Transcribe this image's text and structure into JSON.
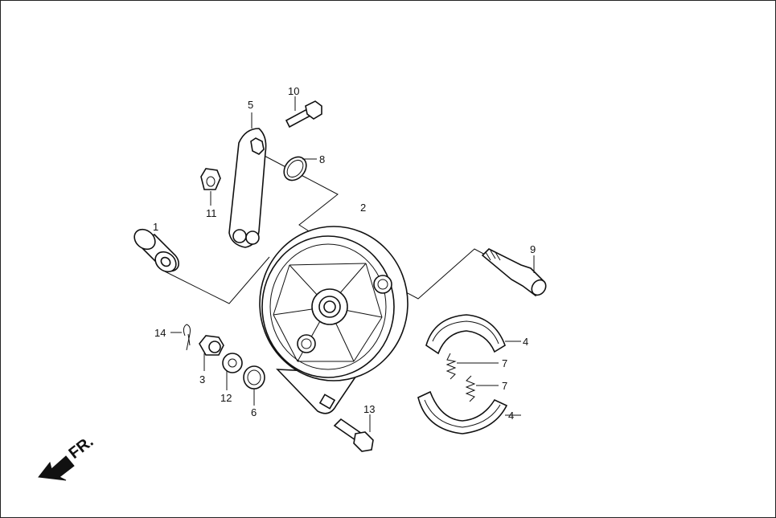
{
  "direction": {
    "label": "FR."
  },
  "callouts": [
    {
      "id": "1",
      "text": "1"
    },
    {
      "id": "2",
      "text": "2"
    },
    {
      "id": "3",
      "text": "3"
    },
    {
      "id": "4a",
      "text": "4"
    },
    {
      "id": "4b",
      "text": "4"
    },
    {
      "id": "5",
      "text": "5"
    },
    {
      "id": "6",
      "text": "6"
    },
    {
      "id": "7a",
      "text": "7"
    },
    {
      "id": "7b",
      "text": "7"
    },
    {
      "id": "8",
      "text": "8"
    },
    {
      "id": "9",
      "text": "9"
    },
    {
      "id": "10",
      "text": "10"
    },
    {
      "id": "11",
      "text": "11"
    },
    {
      "id": "12",
      "text": "12"
    },
    {
      "id": "13",
      "text": "13"
    },
    {
      "id": "14",
      "text": "14"
    }
  ]
}
